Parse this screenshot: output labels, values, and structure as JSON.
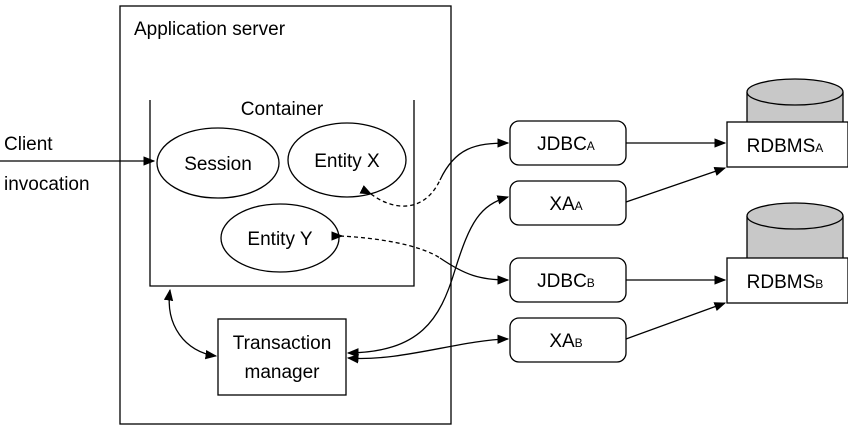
{
  "diagram": {
    "app_server_label": "Application server",
    "container_label": "Container",
    "client_line1": "Client",
    "client_line2": "invocation",
    "session_label": "Session",
    "entity_x_label": "Entity X",
    "entity_y_label": "Entity Y",
    "tm_line1": "Transaction",
    "tm_line2": "manager",
    "jdbc_a": {
      "main": "JDBC",
      "sub": "A"
    },
    "xa_a": {
      "main": "XA",
      "sub": "A"
    },
    "jdbc_b": {
      "main": "JDBC",
      "sub": "B"
    },
    "xa_b": {
      "main": "XA",
      "sub": "B"
    },
    "rdbms_a": {
      "main": "RDBMS",
      "sub": "A"
    },
    "rdbms_b": {
      "main": "RDBMS",
      "sub": "B"
    },
    "colors": {
      "database_fill": "#c8c8c8",
      "stroke": "#000000"
    }
  }
}
